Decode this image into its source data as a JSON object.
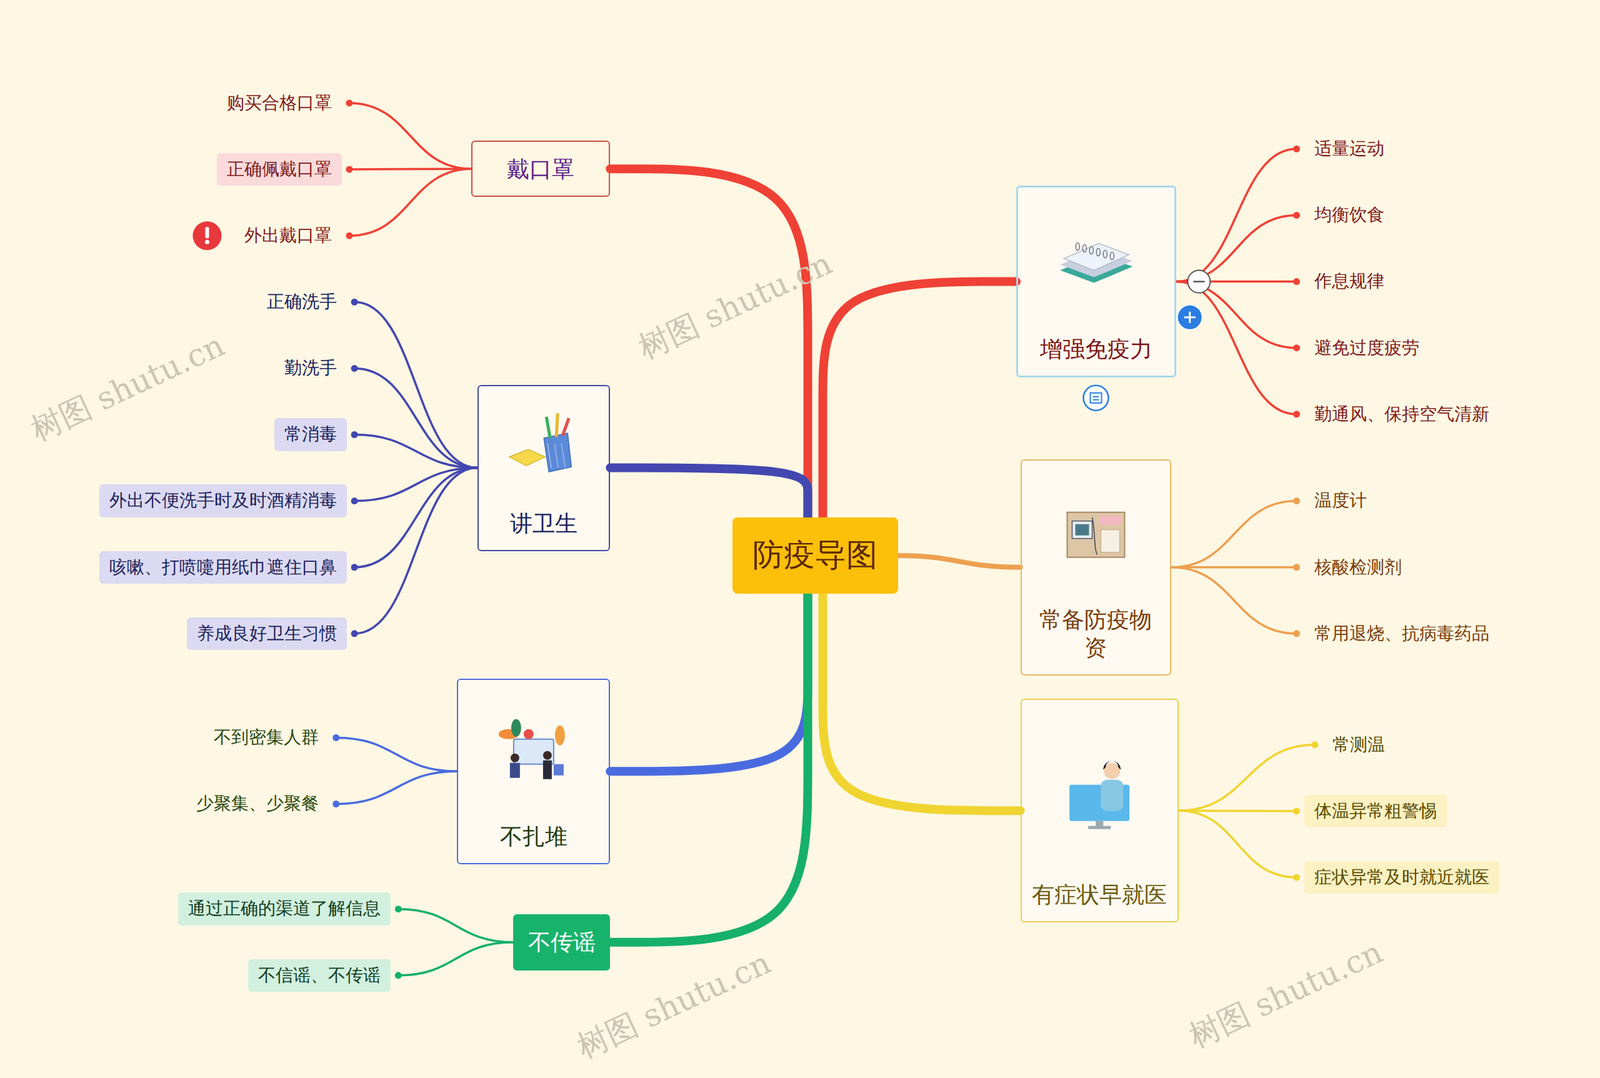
{
  "diagram": {
    "nodes": [
      {
        "text": [
          "防疫导图"
        ]
      },
      {
        "text": [
          "戴口罩"
        ]
      },
      {
        "text": [
          "购买合格口罩"
        ]
      },
      {
        "text": [
          "正确佩戴口罩"
        ]
      },
      {
        "text": [
          "外出戴口罩"
        ]
      },
      {
        "text": [
          "讲卫生"
        ]
      },
      {
        "text": [
          "正确洗手"
        ]
      },
      {
        "text": [
          "勤洗手"
        ]
      },
      {
        "text": [
          "常消毒"
        ]
      },
      {
        "text": [
          "外出不便洗手时及时酒精消毒"
        ]
      },
      {
        "text": [
          "咳嗽、打喷嚏用纸巾遮住口鼻"
        ]
      },
      {
        "text": [
          "养成良好卫生习惯"
        ]
      },
      {
        "text": [
          "不扎堆"
        ]
      },
      {
        "text": [
          "不到密集人群"
        ]
      },
      {
        "text": [
          "少聚集、少聚餐"
        ]
      },
      {
        "text": [
          "不传谣"
        ]
      },
      {
        "text": [
          "通过正确的渠道了解信息"
        ]
      },
      {
        "text": [
          "不信谣、不传谣"
        ]
      },
      {
        "text": [
          "增强免疫力"
        ]
      },
      {
        "text": [
          "适量运动"
        ]
      },
      {
        "text": [
          "均衡饮食"
        ]
      },
      {
        "text": [
          "作息规律"
        ]
      },
      {
        "text": [
          "避免过度疲劳"
        ]
      },
      {
        "text": [
          "勤通风、保持空气清新"
        ]
      },
      {
        "text": [
          "常备防疫物资"
        ]
      },
      {
        "text": [
          "温度计"
        ]
      },
      {
        "text": [
          "核酸检测剂"
        ]
      },
      {
        "text": [
          "常用退烧、抗病毒药品"
        ]
      },
      {
        "text": [
          "有症状早就医"
        ]
      },
      {
        "text": [
          "常测温"
        ]
      },
      {
        "text": [
          "体温异常粗警惕"
        ]
      },
      {
        "text": [
          "症状异常及时就近就医"
        ]
      }
    ],
    "edges": [
      {
        "from": 0,
        "to": 1,
        "arrow": "none"
      },
      {
        "from": 1,
        "to": 2,
        "arrow": "none"
      },
      {
        "from": 1,
        "to": 3,
        "arrow": "none"
      },
      {
        "from": 1,
        "to": 4,
        "arrow": "none"
      },
      {
        "from": 0,
        "to": 5,
        "arrow": "none"
      },
      {
        "from": 5,
        "to": 6,
        "arrow": "none"
      },
      {
        "from": 5,
        "to": 7,
        "arrow": "none"
      },
      {
        "from": 5,
        "to": 8,
        "arrow": "none"
      },
      {
        "from": 5,
        "to": 9,
        "arrow": "none"
      },
      {
        "from": 5,
        "to": 10,
        "arrow": "none"
      },
      {
        "from": 5,
        "to": 11,
        "arrow": "none"
      },
      {
        "from": 0,
        "to": 12,
        "arrow": "none"
      },
      {
        "from": 12,
        "to": 13,
        "arrow": "none"
      },
      {
        "from": 12,
        "to": 14,
        "arrow": "none"
      },
      {
        "from": 0,
        "to": 15,
        "arrow": "none"
      },
      {
        "from": 15,
        "to": 16,
        "arrow": "none"
      },
      {
        "from": 15,
        "to": 17,
        "arrow": "none"
      },
      {
        "from": 0,
        "to": 18,
        "arrow": "none"
      },
      {
        "from": 18,
        "to": 19,
        "arrow": "none"
      },
      {
        "from": 18,
        "to": 20,
        "arrow": "none"
      },
      {
        "from": 18,
        "to": 21,
        "arrow": "none"
      },
      {
        "from": 18,
        "to": 22,
        "arrow": "none"
      },
      {
        "from": 18,
        "to": 23,
        "arrow": "none"
      },
      {
        "from": 0,
        "to": 24,
        "arrow": "none"
      },
      {
        "from": 24,
        "to": 25,
        "arrow": "none"
      },
      {
        "from": 24,
        "to": 26,
        "arrow": "none"
      },
      {
        "from": 24,
        "to": 27,
        "arrow": "none"
      },
      {
        "from": 0,
        "to": 28,
        "arrow": "none"
      },
      {
        "from": 28,
        "to": 29,
        "arrow": "none"
      },
      {
        "from": 28,
        "to": 30,
        "arrow": "none"
      },
      {
        "from": 28,
        "to": 31,
        "arrow": "none"
      }
    ],
    "labels": [
      "树图 shutu.cn",
      "树图 shutu.cn",
      "树图 shutu.cn",
      "树图 shutu.cn"
    ]
  }
}
